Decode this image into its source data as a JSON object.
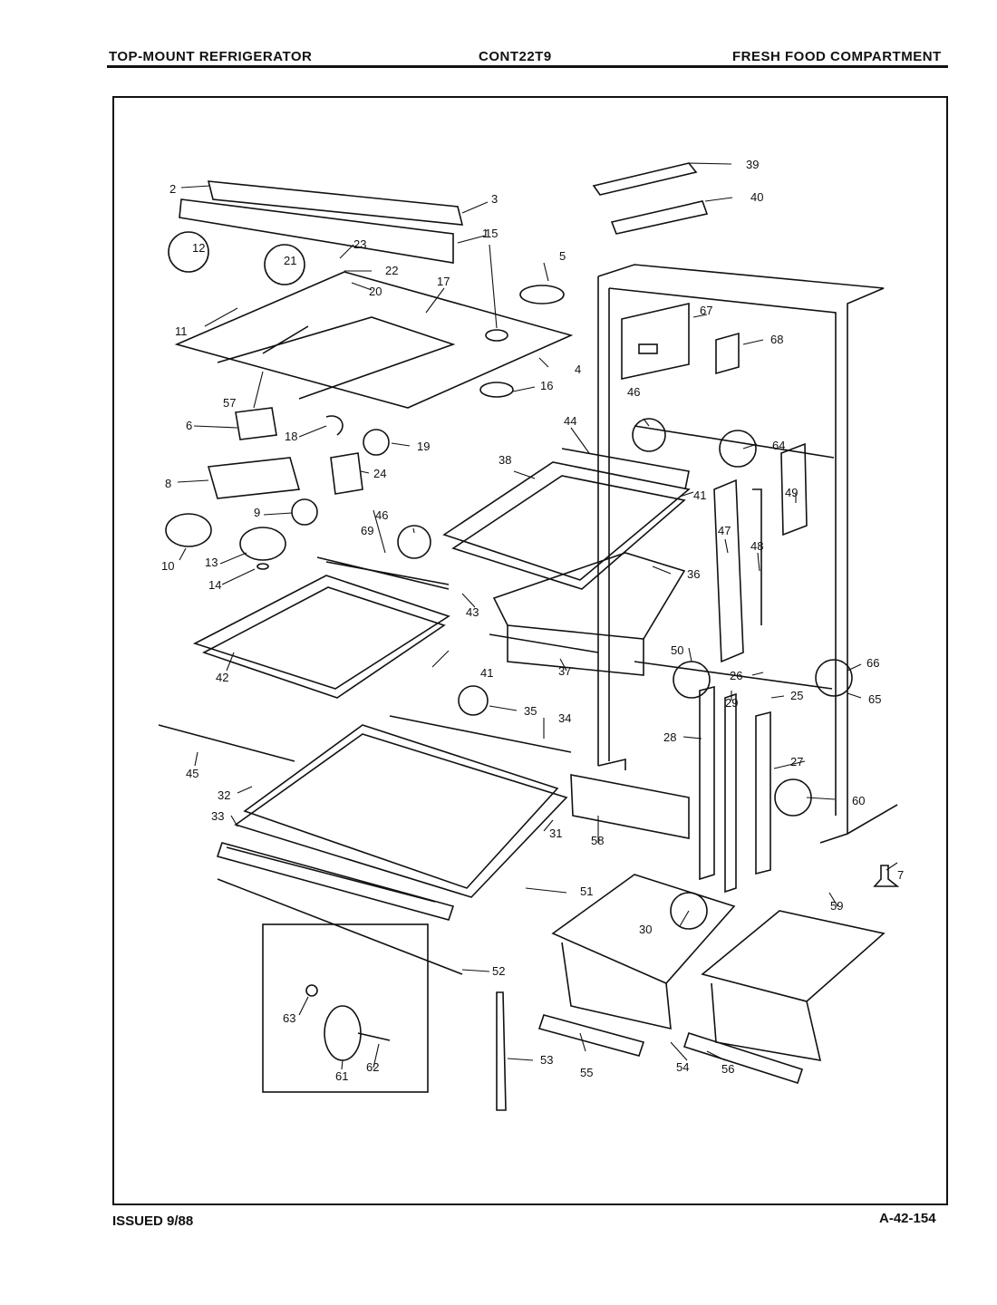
{
  "header": {
    "left": "TOP-MOUNT REFRIGERATOR",
    "center": "CONT22T9",
    "right": "FRESH FOOD COMPARTMENT"
  },
  "footer": {
    "issued": "ISSUED 9/88",
    "code": "A-42-154"
  },
  "callouts": {
    "c1": "1",
    "c2": "2",
    "c3": "3",
    "c4": "4",
    "c5": "5",
    "c6": "6",
    "c7": "7",
    "c8": "8",
    "c9": "9",
    "c10": "10",
    "c11": "11",
    "c12": "12",
    "c13": "13",
    "c14": "14",
    "c15": "15",
    "c16": "16",
    "c17": "17",
    "c18": "18",
    "c19": "19",
    "c20": "20",
    "c21": "21",
    "c22": "22",
    "c23": "23",
    "c24": "24",
    "c25": "25",
    "c26": "26",
    "c27": "27",
    "c28": "28",
    "c29": "29",
    "c30": "30",
    "c31": "31",
    "c32": "32",
    "c33": "33",
    "c34": "34",
    "c35": "35",
    "c36": "36",
    "c37": "37",
    "c38": "38",
    "c39": "39",
    "c40": "40",
    "c41a": "41",
    "c41b": "41",
    "c42": "42",
    "c43": "43",
    "c44": "44",
    "c45": "45",
    "c46a": "46",
    "c46b": "46",
    "c47": "47",
    "c48": "48",
    "c49": "49",
    "c50": "50",
    "c51": "51",
    "c52": "52",
    "c53": "53",
    "c54": "54",
    "c55": "55",
    "c56": "56",
    "c57": "57",
    "c58": "58",
    "c59": "59",
    "c60": "60",
    "c61": "61",
    "c62": "62",
    "c63": "63",
    "c64": "64",
    "c65": "65",
    "c66": "66",
    "c67": "67",
    "c68": "68",
    "c69": "69"
  }
}
